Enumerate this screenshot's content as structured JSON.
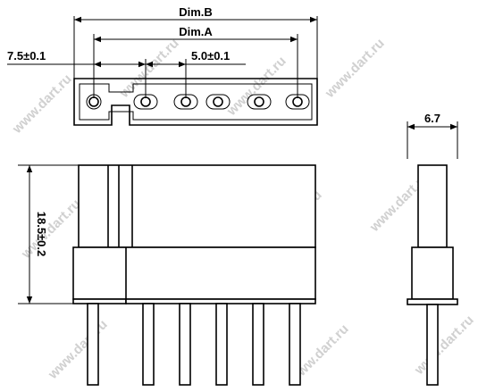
{
  "dimensions": {
    "dim_b": "Dim.B",
    "dim_a": "Dim.A",
    "first_pitch": "7.5±0.1",
    "pitch": "5.0±0.1",
    "height": "18.5±0.2",
    "width": "6.7"
  },
  "watermark": "www.dart.ru",
  "top_view": {
    "pin_count": 6,
    "gap_after_first": true
  },
  "front_view": {
    "pin_count": 6
  }
}
